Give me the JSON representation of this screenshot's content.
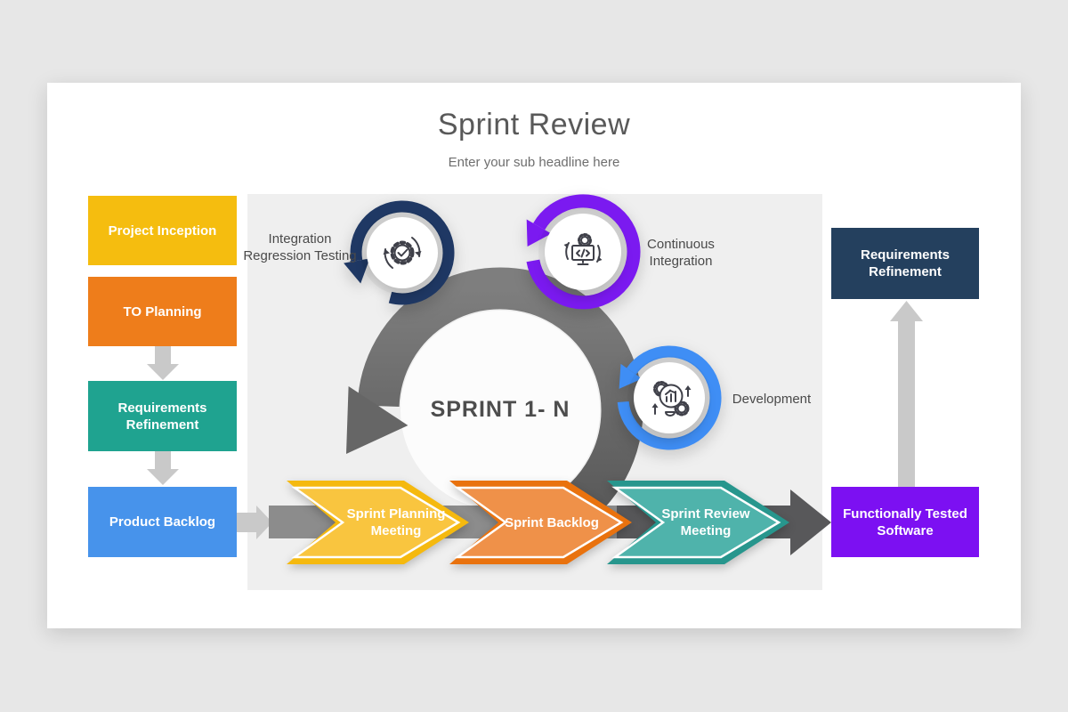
{
  "slide": {
    "title": "Sprint Review",
    "subtitle": "Enter your sub headline here",
    "background": "#FFFFFF",
    "page_background": "#E7E7E7",
    "panel_background": "#EFEFEF"
  },
  "left_flow": {
    "connector_color": "#C9C9C9",
    "boxes": [
      {
        "label": "Project Inception",
        "color": "#F5BD0F"
      },
      {
        "label": "TO Planning",
        "color": "#EE7D1B"
      },
      {
        "label": "Requirements Refinement",
        "color": "#1FA390"
      },
      {
        "label": "Product Backlog",
        "color": "#4793EB"
      }
    ]
  },
  "sprint_cycle": {
    "center_label": "SPRINT 1- N",
    "spiral_color_top": "#7E7E7E",
    "spiral_color_bottom": "#585858",
    "nodes": [
      {
        "label": "Integration Regression Testing",
        "ring_color": "#1F3864",
        "icon": "testing-cycle-icon"
      },
      {
        "label": "Continuous Integration",
        "ring_color": "#7B1AF0",
        "icon": "code-integration-icon"
      },
      {
        "label": "Development",
        "ring_color": "#3F8EF5",
        "icon": "development-gears-icon"
      }
    ]
  },
  "bottom_flow": {
    "band_color": "#8C8C8C",
    "dark_arrow_color": "#58585A",
    "chevrons": [
      {
        "label": "Sprint Planning Meeting",
        "fill": "#F9C53F",
        "border": "#F5B90F"
      },
      {
        "label": "Sprint Backlog",
        "fill": "#EF9149",
        "border": "#E9720E"
      },
      {
        "label": "Sprint Review Meeting",
        "fill": "#4FB3AB",
        "border": "#27968D"
      }
    ]
  },
  "right_flow": {
    "connector_color": "#C9C9C9",
    "boxes": [
      {
        "label": "Requirements Refinement",
        "color": "#24405E"
      },
      {
        "label": "Functionally Tested Software",
        "color": "#7C10F2"
      }
    ]
  }
}
